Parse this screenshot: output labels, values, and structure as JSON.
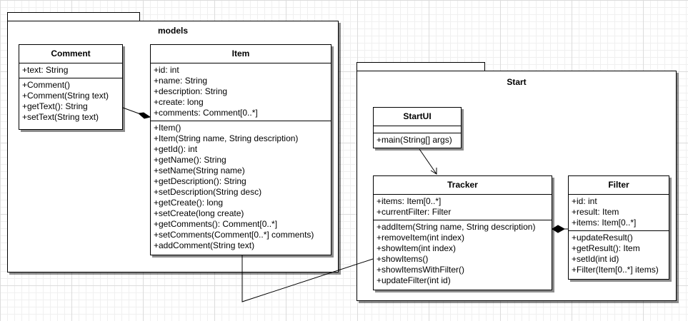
{
  "packages": {
    "models": {
      "title": "models"
    },
    "start": {
      "title": "Start"
    }
  },
  "classes": {
    "comment": {
      "name": "Comment",
      "attributes": [
        "+text: String"
      ],
      "operations": [
        "+Comment()",
        "+Comment(String text)",
        "+getText(): String",
        "+setText(String text)"
      ]
    },
    "item": {
      "name": "Item",
      "attributes": [
        "+id: int",
        "+name: String",
        "+description: String",
        "+create: long",
        "+comments: Comment[0..*]"
      ],
      "operations": [
        "+Item()",
        "+Item(String name, String description)",
        "+getId(): int",
        "+getName(): String",
        "+setName(String name)",
        "+getDescription(): String",
        "+setDescription(String desc)",
        "+getCreate(): long",
        "+setCreate(long create)",
        "+getComments(): Comment[0..*]",
        "+setComments(Comment[0..*] comments)",
        "+addComment(String text)"
      ]
    },
    "startui": {
      "name": "StartUI",
      "attributes": [],
      "operations": [
        "+main(String[] args)"
      ]
    },
    "tracker": {
      "name": "Tracker",
      "attributes": [
        "+items: Item[0..*]",
        "+currentFilter: Filter"
      ],
      "operations": [
        "+addItem(String name, String description)",
        "+removeItem(int index)",
        "+showItem(int index)",
        "+showItems()",
        "+showItemsWithFilter()",
        "+updateFilter(int id)"
      ]
    },
    "filter": {
      "name": "Filter",
      "attributes": [
        "+id: int",
        "+result: Item",
        "+items: Item[0..*]"
      ],
      "operations": [
        "+updateResult()",
        "+getResult(): Item",
        "+setId(int id)",
        "+Filter(Item[0..*] items)"
      ]
    }
  }
}
